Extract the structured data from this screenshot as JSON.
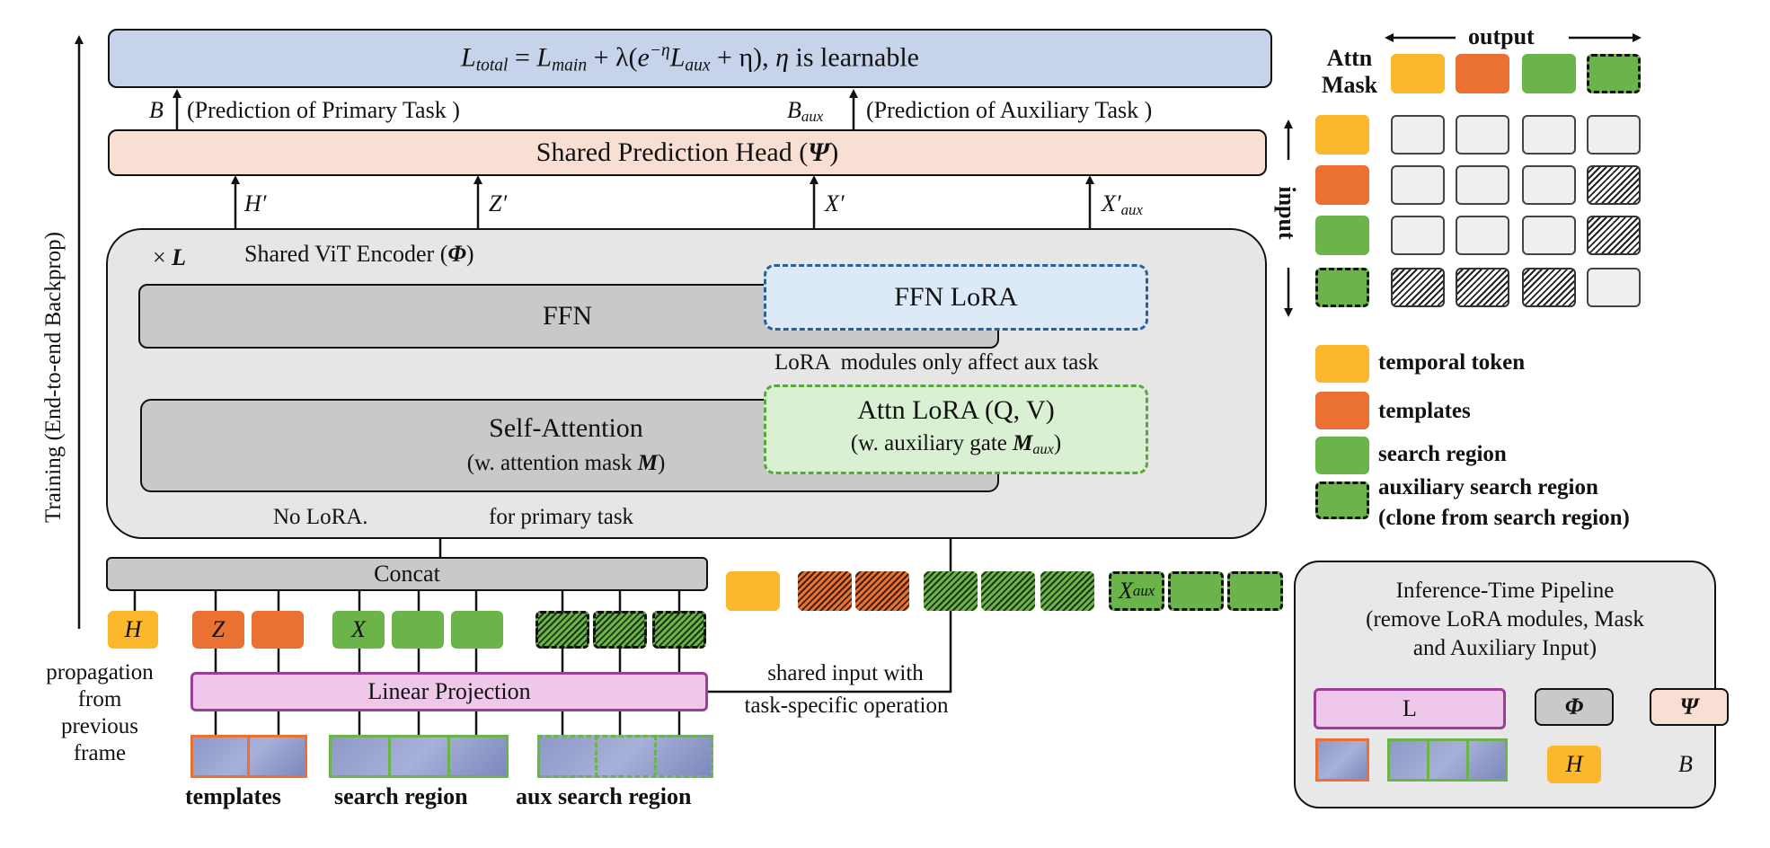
{
  "loss": {
    "L": "L",
    "total_sub": "total",
    "eq1": " = ",
    "main_sub": "main",
    "plus": " + λ(",
    "e": "e",
    "neg_eta": "−η",
    "aux_sub": "aux",
    "plus_eta": " + η), ",
    "eta_word": "η",
    "learnable": " is learnable"
  },
  "left_axis_label": "Training (End-to-end Backprop)",
  "outputs": {
    "B": "B",
    "primary_pred": "(Prediction of Primary Task )",
    "B_aux": "B",
    "B_aux_sub": "aux",
    "aux_pred": "(Prediction of Auxiliary Task )"
  },
  "head": {
    "title_prefix": "Shared Prediction Head (",
    "symbol": "Ψ",
    "title_suffix": ")"
  },
  "encoder_outputs": {
    "h": "H′",
    "z": "Z′",
    "x": "X′",
    "xaux": "X′",
    "xaux_sub": "aux"
  },
  "encoder": {
    "times": "×",
    "L": "L",
    "title_prefix": "Shared ViT Encoder (",
    "symbol": "Φ",
    "title_suffix": ")",
    "ffn": "FFN",
    "ffn_lora": "FFN LoRA",
    "lora_note": "LoRA  modules only affect aux task",
    "self_attention": "Self-Attention",
    "attn_mask_prefix": "(w. attention mask ",
    "attn_mask_symbol": "M",
    "attn_mask_suffix": ")",
    "attn_lora": "Attn LoRA (Q, V)",
    "aux_gate_prefix": "(w. auxiliary gate ",
    "aux_gate_symbol": "M",
    "aux_gate_sub": "aux",
    "aux_gate_suffix": ")",
    "no_lora": "No LoRA.",
    "for_primary": "for primary task"
  },
  "concat": "Concat",
  "tokens": {
    "h": "H",
    "z": "Z",
    "x": "X",
    "xaux": "X",
    "xaux_sub": "aux"
  },
  "linear_projection": "Linear Projection",
  "shared_input": {
    "line1": "shared input with",
    "line2": "task-specific operation"
  },
  "propagation": {
    "l1": "propagation",
    "l2": "from",
    "l3": "previous",
    "l4": "frame"
  },
  "input_labels": {
    "templates": "templates",
    "search": "search region",
    "aux_search": "aux search region"
  },
  "mask": {
    "attn": "Attn",
    "mask": "Mask",
    "output": "output",
    "input": "input"
  },
  "legend": {
    "temporal": "temporal token",
    "templates": "templates",
    "search": "search region",
    "aux_search": "auxiliary search region",
    "aux_clone": "(clone from search region)"
  },
  "inference": {
    "title1": "Inference-Time Pipeline",
    "title2": "(remove LoRA modules, Mask",
    "title3": "and Auxiliary Input)",
    "L": "L",
    "phi": "Φ",
    "psi": "Ψ",
    "H": "H",
    "B": "B"
  },
  "colors": {
    "loss_bg": "#C7D3EA",
    "head_bg": "#F9DFD3",
    "encoder_bg": "#E6E6E6",
    "block_bg": "#C9C9C9",
    "ffn_lora_bg": "#DCE9F6",
    "ffn_lora_border": "#2B5F99",
    "attn_lora_bg": "#D9F0D2",
    "attn_lora_border": "#5AA63C",
    "proj_bg": "#EFC7EA",
    "proj_border": "#9A3E96",
    "yellow": "#FDB72C",
    "orange": "#EB7132",
    "green": "#6BB44A"
  }
}
